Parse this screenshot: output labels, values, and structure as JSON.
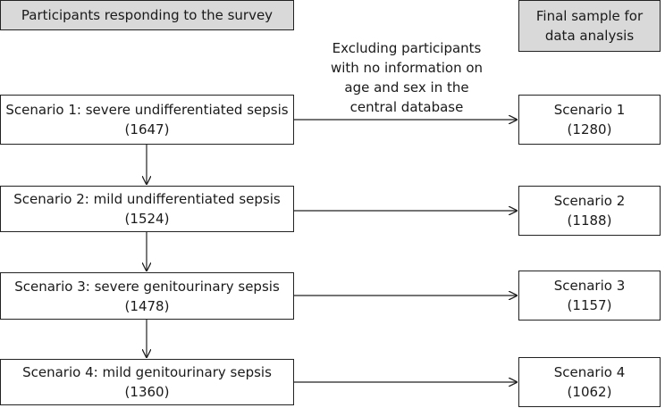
{
  "header_left": "Participants responding to the survey",
  "header_right": [
    "Final sample for",
    "data analysis"
  ],
  "note_lines": [
    "Excluding participants",
    "with no information on",
    "age and sex in the",
    "central database"
  ],
  "scenarios": [
    {
      "label": "Scenario 1: severe undifferentiated sepsis",
      "n": "(1647)",
      "final_label": "Scenario 1",
      "final_n": "(1280)"
    },
    {
      "label": "Scenario 2: mild undifferentiated sepsis",
      "n": "(1524)",
      "final_label": "Scenario 2",
      "final_n": "(1188)"
    },
    {
      "label": "Scenario 3: severe genitourinary sepsis",
      "n": "(1478)",
      "final_label": "Scenario 3",
      "final_n": "(1157)"
    },
    {
      "label": "Scenario 4: mild genitourinary sepsis",
      "n": "(1360)",
      "final_label": "Scenario 4",
      "final_n": "(1062)"
    }
  ]
}
